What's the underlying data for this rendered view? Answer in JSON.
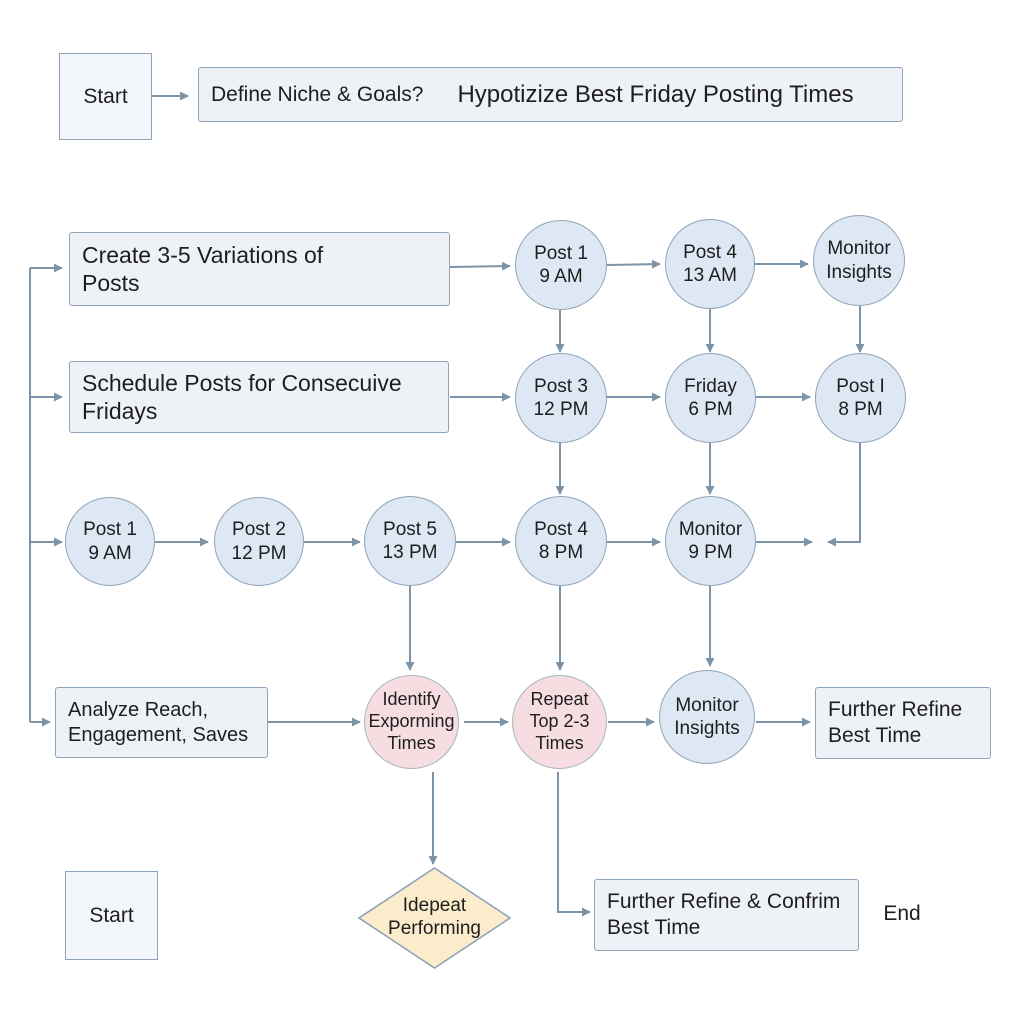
{
  "colors": {
    "line": "#7d93a8",
    "rect_fill": "#eef2f7",
    "circle_fill": "#dde8f4",
    "highlight_fill": "#f6dde2",
    "diamond_fill": "#fbeccb",
    "border": "#8fa4b8"
  },
  "nodes": {
    "start_top": "Start",
    "define_niche": "Define Niche & Goals?",
    "hypothesize": "Hypotizize Best Friday Posting Times",
    "create_variations": "Create 3-5 Variations of\nPosts",
    "schedule_posts": "Schedule Posts for Consecuive\nFridays",
    "r1_post1": "Post 1\n9 AM",
    "r1_post4": "Post 4\n13 AM",
    "r1_monitor": "Monitor\nInsights",
    "r2_post3": "Post 3\n12 PM",
    "r2_friday": "Friday\n6 PM",
    "r2_postI": "Post I\n8 PM",
    "r3_post1": "Post 1\n9 AM",
    "r3_post2": "Post 2\n12 PM",
    "r3_post5": "Post 5\n13 PM",
    "r3_post4": "Post 4\n8 PM",
    "r3_monitor": "Monitor\n9 PM",
    "analyze": "Analyze Reach,\nEngagement, Saves",
    "identify": "Identify\nExporming\nTimes",
    "repeat_top": "Repeat\nTop 2-3\nTimes",
    "r4_monitor": "Monitor\nInsights",
    "further_refine": "Further Refine\nBest Time",
    "idepeat": "Idepeat\nPerforming",
    "start_bottom": "Start",
    "further_confirm": "Further Refine & Confrim\nBest Time",
    "end": "End"
  }
}
